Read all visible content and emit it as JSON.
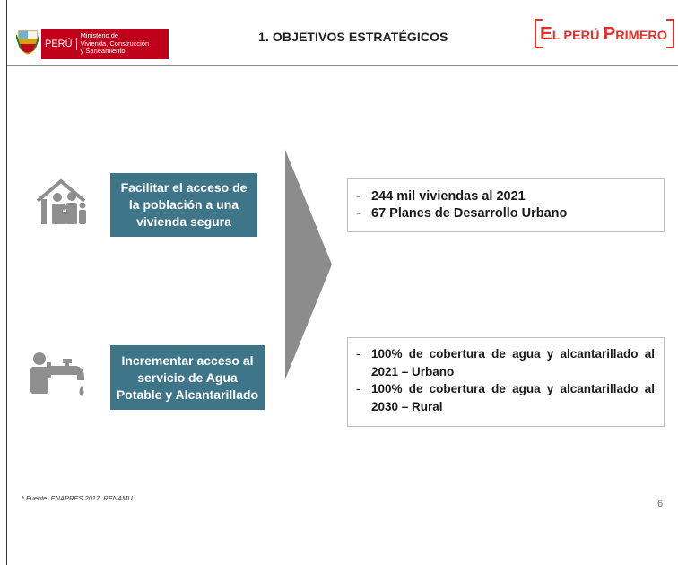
{
  "header": {
    "country": "PERÚ",
    "ministry": "Ministerio de Vivienda, Construcción y Saneamiento",
    "ministry_lines": [
      "Ministerio de",
      "Vivienda, Construcción",
      "y Saneamiento"
    ],
    "title": "1. OBJETIVOS ESTRATÉGICOS",
    "brand": "El Perú Primero"
  },
  "colors": {
    "objective_box": "#3f7589",
    "brand_red": "#e0312b",
    "peru_red": "#c0001a",
    "arrow_gray": "#8c8c8c",
    "icon_gray": "#8f8f8f"
  },
  "objectives": [
    {
      "icon": "family-house-icon",
      "label": "Facilitar el acceso de la población a una vivienda segura",
      "lines": [
        "Facilitar el acceso de",
        "la población a una",
        "vivienda segura"
      ],
      "results": [
        "244 mil viviendas al 2021",
        "67 Planes de Desarrollo Urbano"
      ]
    },
    {
      "icon": "water-tap-icon",
      "label": "Incrementar acceso al servicio de Agua Potable y Alcantarillado",
      "lines": [
        "Incrementar acceso al",
        "servicio de Agua",
        "Potable y Alcantarillado"
      ],
      "results": [
        "100% de cobertura de agua y alcantarillado al 2021 – Urbano",
        "100% de cobertura de agua y alcantarillado al 2030 – Rural"
      ]
    }
  ],
  "footnote": "* Fuente: ENAPRES 2017, RENAMU",
  "page_number": "6"
}
